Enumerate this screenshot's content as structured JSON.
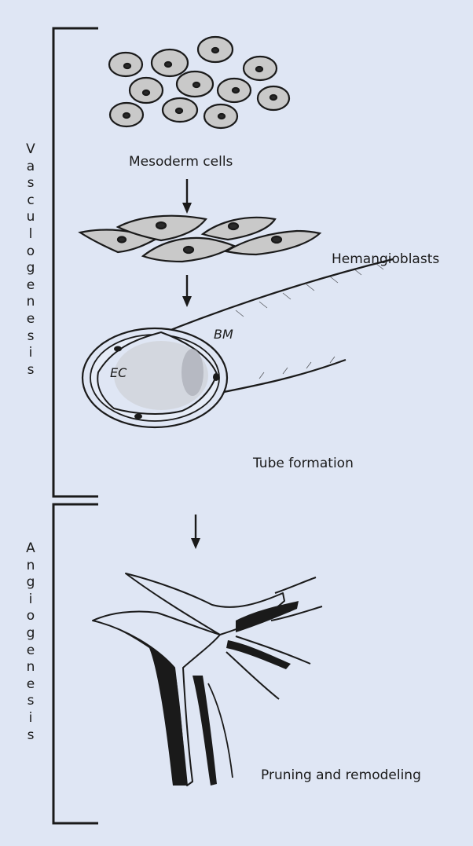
{
  "stages": {
    "mesoderm": "Mesoderm cells",
    "hemangioblasts": "Hemangioblasts",
    "tube": "Tube formation",
    "pruning": "Pruning and remodeling"
  },
  "tube_labels": {
    "bm": "BM",
    "ec": "EC"
  },
  "phases": {
    "vasculogenesis": "Vasculogenesis",
    "angiogenesis": "Angiogenesis"
  },
  "colors": {
    "background": "#dfe6f4",
    "ink": "#1a1a1a",
    "cell_fill": "#c9c9c9",
    "nucleus": "#2a2a2a"
  }
}
